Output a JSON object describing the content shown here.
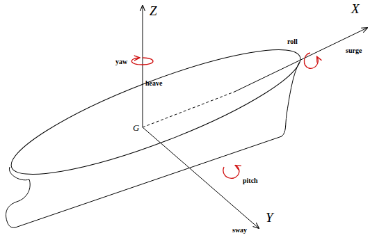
{
  "diagram": {
    "labels": [
      "Z",
      "yaw",
      "heave",
      "G",
      "X",
      "roll",
      "surge",
      "Y",
      "pitch",
      "sway"
    ]
  }
}
